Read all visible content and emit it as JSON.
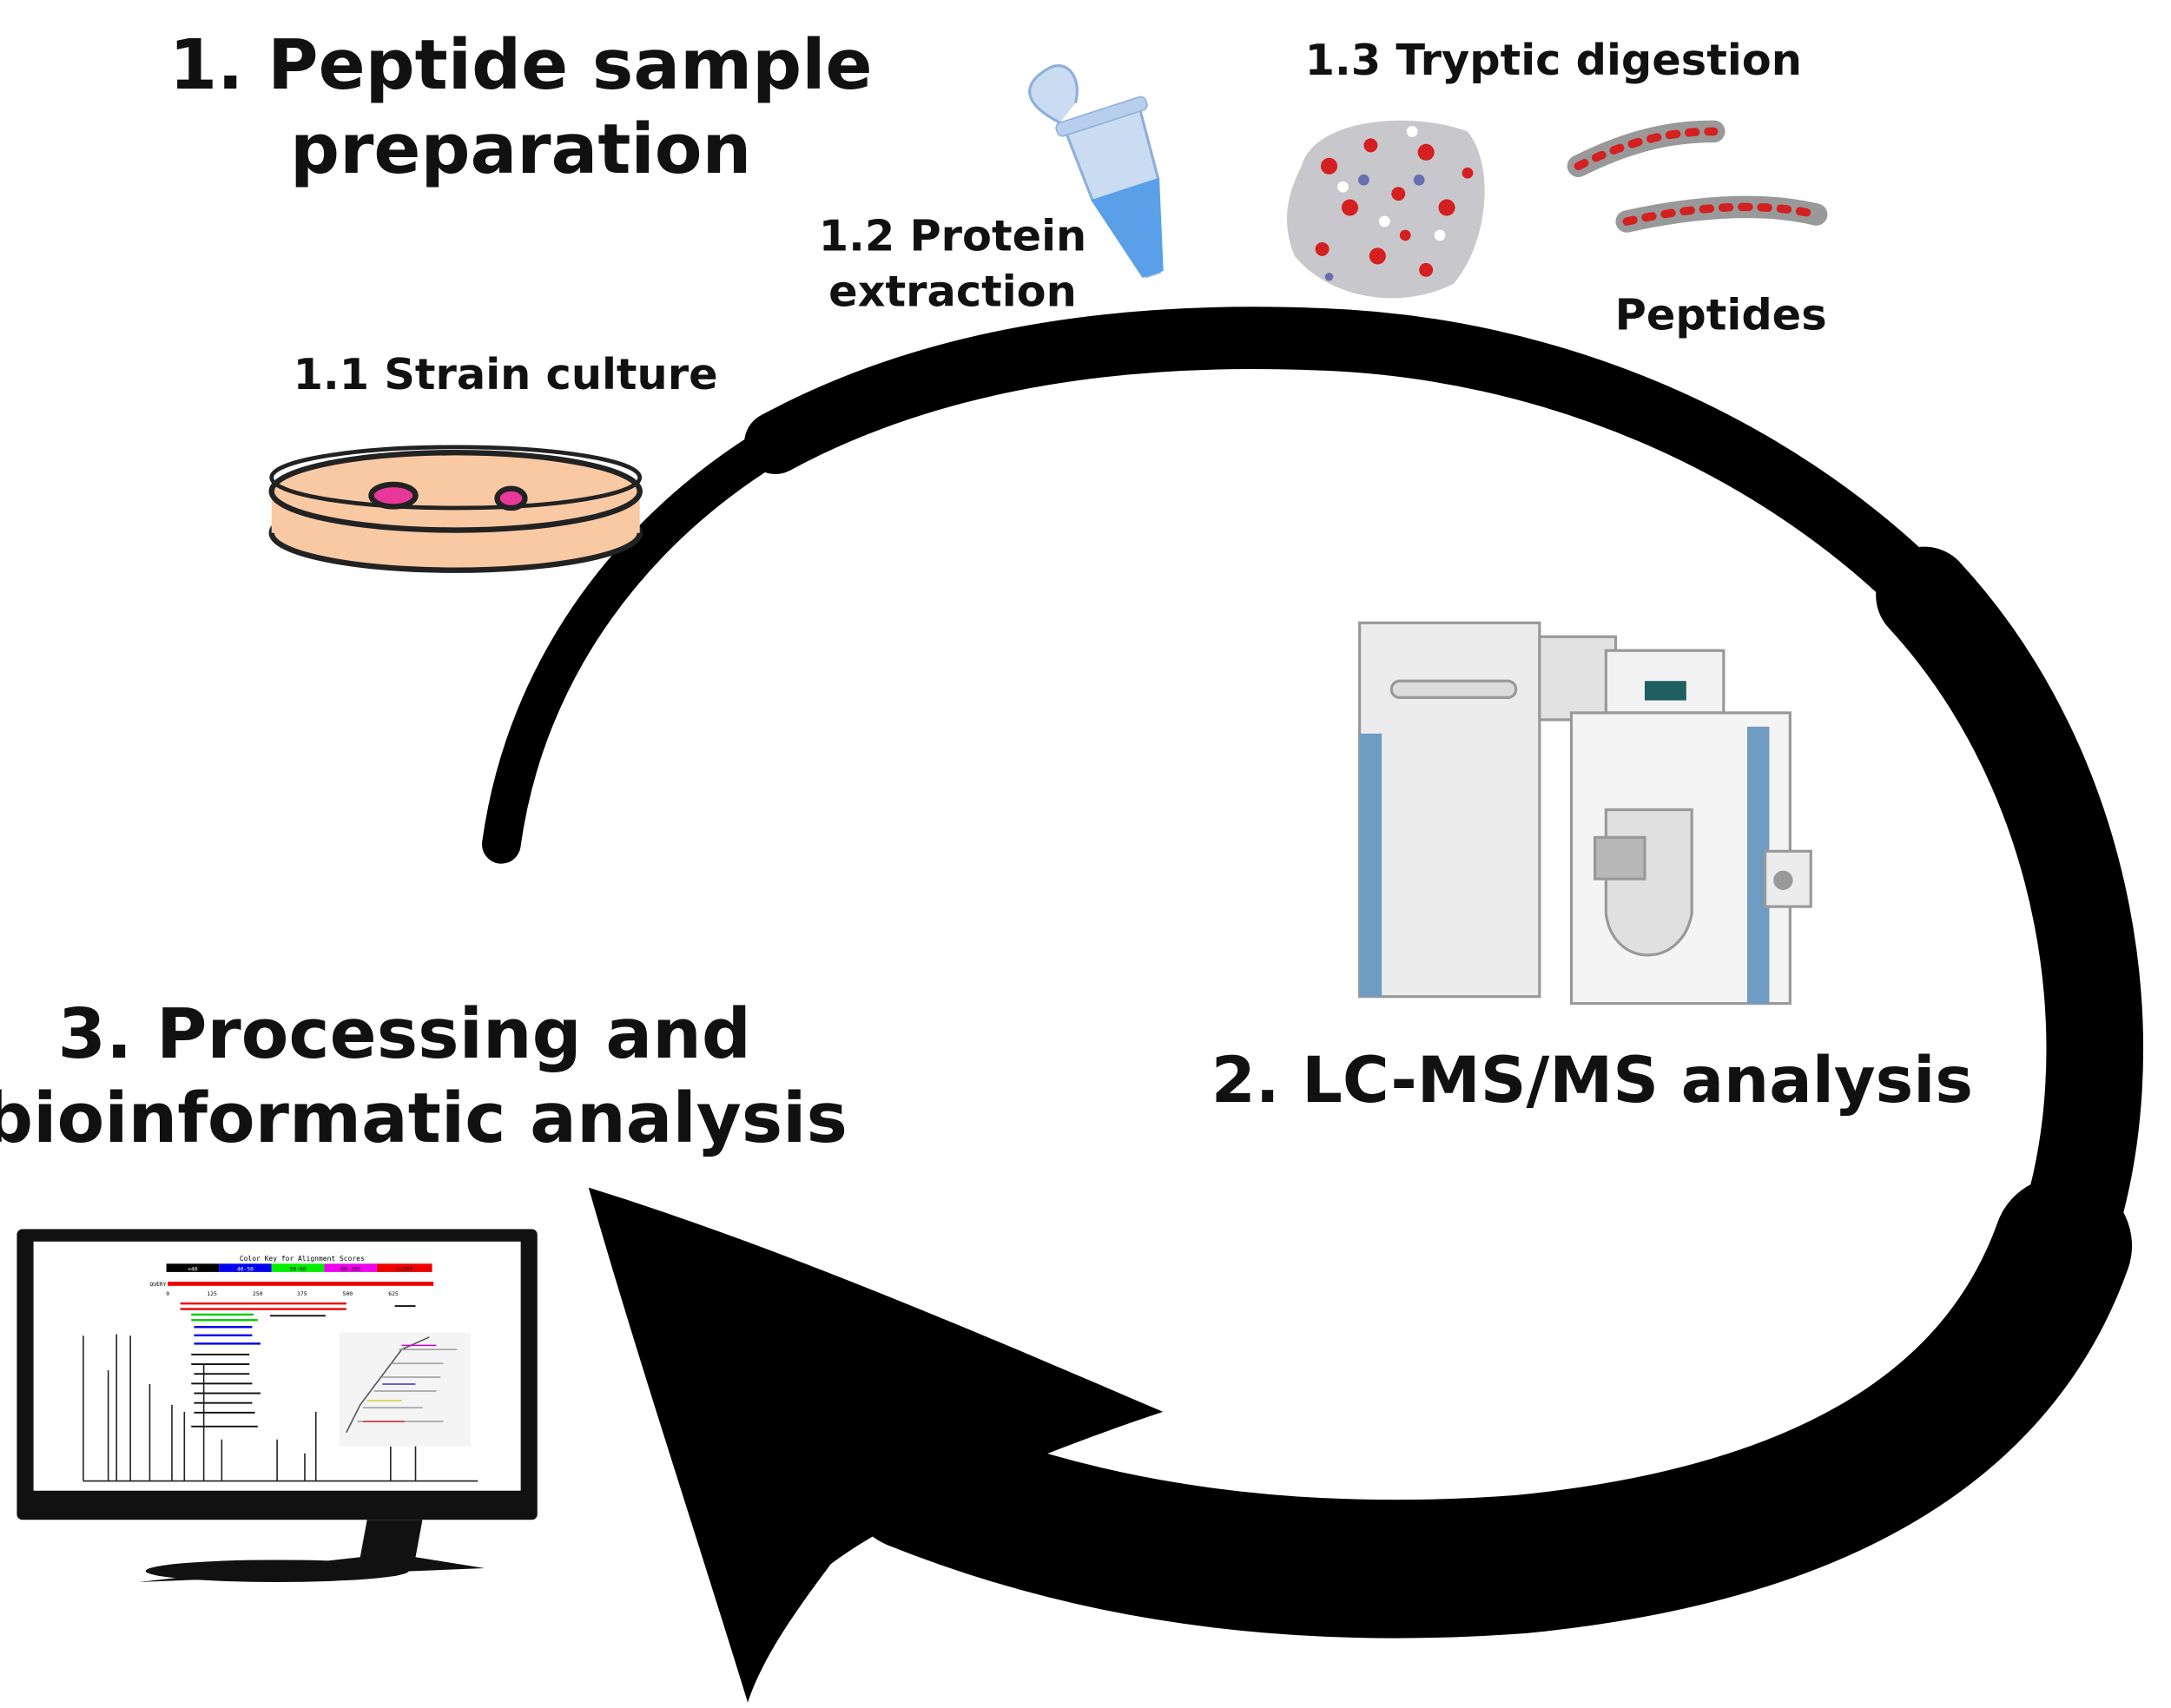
{
  "step1": {
    "title_line1": "1. Peptide sample",
    "title_line2": "preparation"
  },
  "step1_1": {
    "label": "1.1 Strain culture"
  },
  "step1_2": {
    "label_line1": "1.2 Protein",
    "label_line2": "extraction"
  },
  "step1_3": {
    "label": "1.3 Tryptic digestion",
    "peptides_label": "Peptides"
  },
  "step2": {
    "title": "2. LC-MS/MS analysis"
  },
  "step3": {
    "title_line1": "3. Processing and",
    "title_line2": "bioinformatic analysis"
  },
  "monitor": {
    "color_key_title": "Color Key for Alignment Scores",
    "color_key": [
      {
        "label": "<40",
        "color": "#000000"
      },
      {
        "label": "40-50",
        "color": "#0000ee"
      },
      {
        "label": "50-80",
        "color": "#00ee00"
      },
      {
        "label": "80-200",
        "color": "#ee00ee"
      },
      {
        "label": ">=200",
        "color": "#ee0000"
      }
    ],
    "query_label": "QUERY",
    "ticks": [
      "0",
      "125",
      "250",
      "375",
      "500",
      "625"
    ]
  },
  "colors": {
    "arrow": "#000000",
    "dish": "#f9c9a4",
    "colony": "#e8389a",
    "tube_liquid": "#5aa0e8",
    "ms_blue": "#6f9cc2"
  }
}
